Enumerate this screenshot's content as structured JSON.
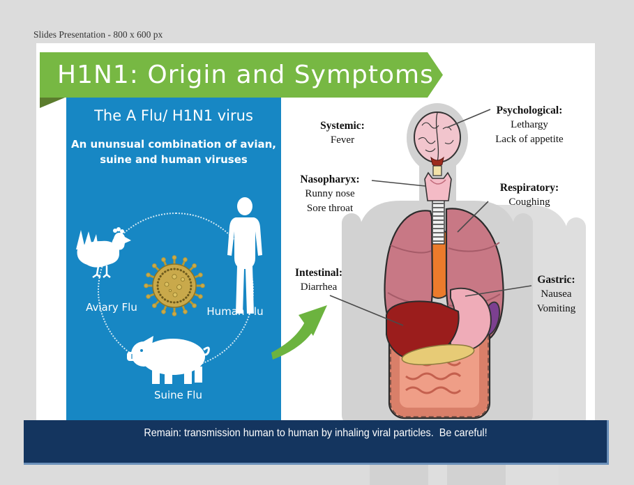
{
  "window": {
    "caption": "Slides Presentation - 800 x 600 px"
  },
  "title_banner": {
    "text": "H1N1: Origin and Symptoms"
  },
  "virus_panel": {
    "heading": "The A Flu/ H1N1 virus",
    "subheading_lines": [
      "An ununsual combination of avian,",
      "suine and human viruses"
    ],
    "flu_types": [
      {
        "icon": "chicken",
        "label": "Aviary Flu"
      },
      {
        "icon": "human",
        "label": "Human Flu"
      },
      {
        "icon": "pig",
        "label": "Suine Flu"
      }
    ]
  },
  "symptom_labels": [
    {
      "id": "systemic",
      "title": "Systemic:",
      "lines": [
        "Fever"
      ]
    },
    {
      "id": "psychological",
      "title": "Psychological:",
      "lines": [
        "Lethargy",
        "Lack of appetite"
      ]
    },
    {
      "id": "nasopharyx",
      "title": "Nasopharyx:",
      "lines": [
        "Runny nose",
        "Sore throat"
      ]
    },
    {
      "id": "respiratory",
      "title": "Respiratory:",
      "lines": [
        "Coughing"
      ]
    },
    {
      "id": "intestinal",
      "title": "Intestinal:",
      "lines": [
        "Diarrhea"
      ]
    },
    {
      "id": "gastric",
      "title": "Gastric:",
      "lines": [
        "Nausea",
        "Vomiting"
      ]
    }
  ],
  "footer": {
    "text": "Remain: transmission human to human by inhaling viral particles.  Be careful!"
  },
  "colors": {
    "canvas_bg": "#dcdcdc",
    "banner_green": "#77b843",
    "fold_green": "#5b7c2d",
    "panel_blue": "#1787c4",
    "footer_navy": "#14355f",
    "arrow_green": "#6cb33f",
    "virus_gold": "#c9a94b",
    "silhouette_gray": "#d2d2d2"
  }
}
